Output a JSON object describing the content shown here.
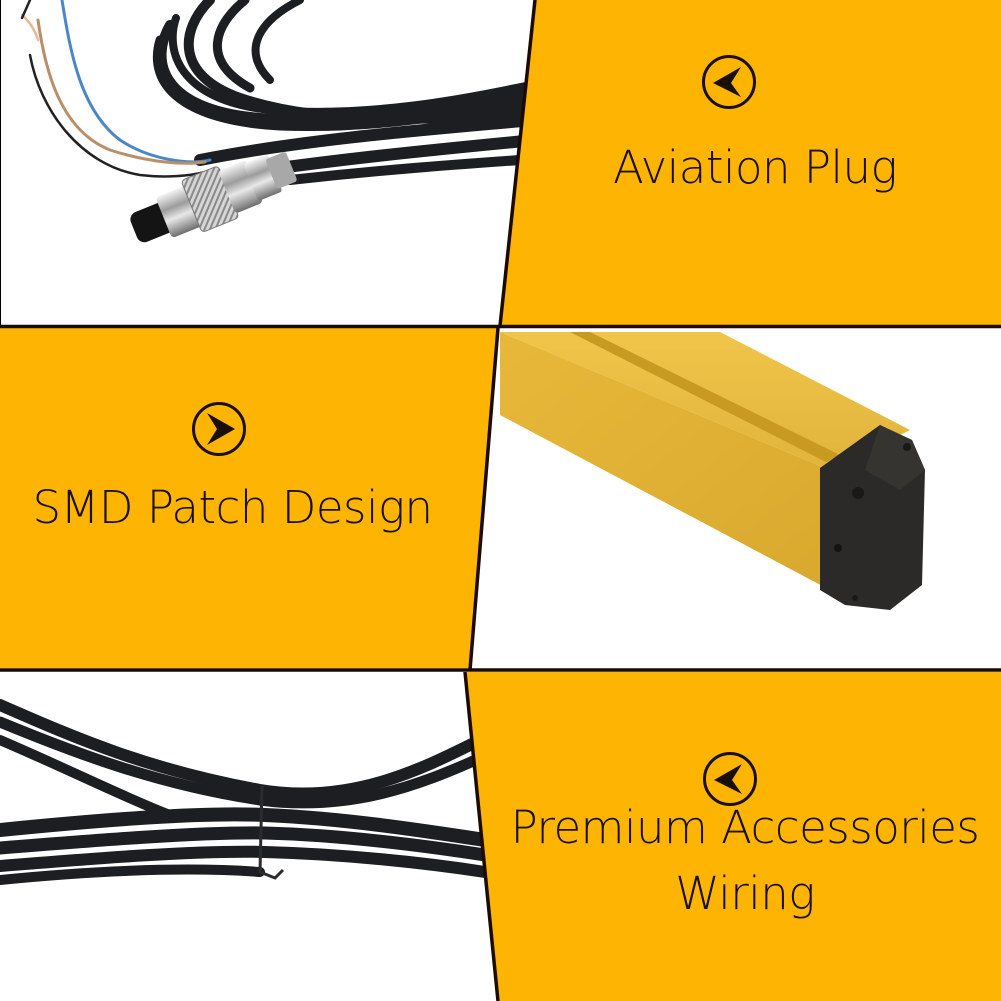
{
  "colors": {
    "accent_yellow": "#FDB403",
    "divider": "#1a0a00",
    "text": "#1a0f05",
    "photo_background": "#ffffff",
    "cable_black": "#1c1e21",
    "bar_yellow": "#E8B83A",
    "endcap": "#2b2a28"
  },
  "panels": [
    {
      "id": "aviation-plug",
      "caption": "Aviation Plug",
      "icon": "arrow-left-circle-icon"
    },
    {
      "id": "smd-patch-design",
      "caption": "SMD Patch Design",
      "icon": "arrow-right-circle-icon"
    },
    {
      "id": "premium-accessories-wiring",
      "caption_line1": "Premium Accessories",
      "caption_line2": "Wiring",
      "icon": "arrow-left-circle-icon"
    }
  ],
  "photos": [
    {
      "id": "cable-with-aviation-connector",
      "wire_colors": [
        "#b98f6a",
        "#4a86c8",
        "#222222",
        "#e9b79e"
      ]
    },
    {
      "id": "yellow-light-curtain-bar"
    },
    {
      "id": "bundled-black-cables"
    }
  ]
}
